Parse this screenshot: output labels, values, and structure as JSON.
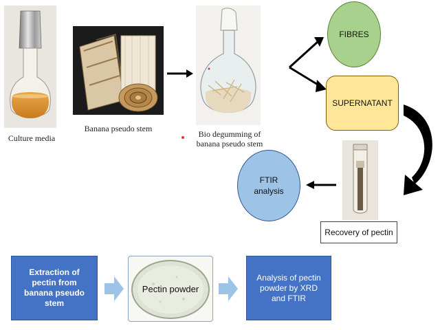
{
  "images": {
    "culture_media": {
      "caption": "Culture media"
    },
    "banana_stem": {
      "caption": "Banana pseudo stem"
    },
    "degumming": {
      "caption_line1": "Bio degumming of",
      "caption_line2": "banana pseudo stem"
    },
    "pectin_tube": {
      "caption": "Recovery of pectin"
    }
  },
  "nodes": {
    "fibres": {
      "label": "FIBRES",
      "color": "#a9d18e"
    },
    "supernatant": {
      "label": "SUPERNATANT",
      "color": "#ffe699"
    },
    "ftir": {
      "label_line1": "FTIR",
      "label_line2": "analysis",
      "color": "#9dc3e6"
    }
  },
  "process": {
    "extraction": {
      "label_line1": "Extraction of",
      "label_line2": "pectin from",
      "label_line3": "banana pseudo",
      "label_line4": "stem"
    },
    "pectin_powder": {
      "label": "Pectin powder"
    },
    "analysis": {
      "label_line1": "Analysis of pectin",
      "label_line2": "powder by XRD",
      "label_line3": "and FTIR"
    }
  },
  "colors": {
    "process_blue": "#4472c4",
    "arrow_light": "#9dc3e6"
  }
}
